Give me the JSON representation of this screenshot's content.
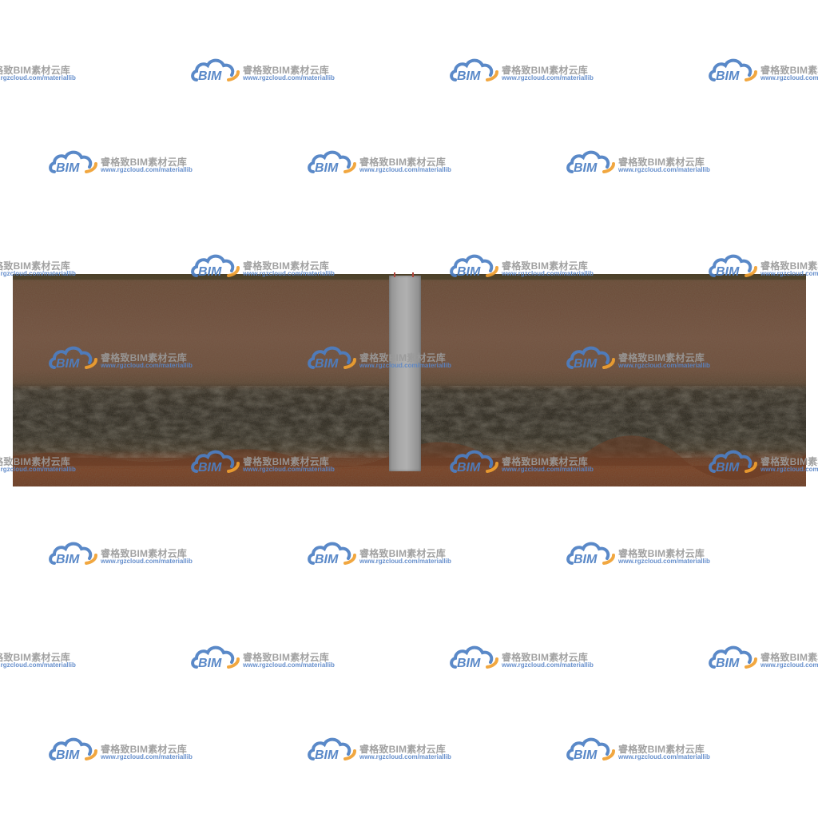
{
  "watermark": {
    "logo_text": "BIM",
    "brand": "睿格致BIM素材云库",
    "url": "www.rgzcloud.com/materiallib",
    "colors": {
      "cloud_blue": "#4d7fc4",
      "cloud_orange": "#f0a030",
      "brand_gray": "#9a9a9a",
      "url_blue": "#5a86c8"
    }
  },
  "soil": {
    "layers": [
      "topsoil-crust",
      "brown-clay",
      "dark-gravel",
      "red-clay"
    ],
    "colors": {
      "crust": "#4a3a22",
      "brown_clay": "#6e4c3a",
      "dark_gravel": "#26251f",
      "red_clay": "#7a3f22",
      "pile": "#a8a8a8"
    }
  }
}
